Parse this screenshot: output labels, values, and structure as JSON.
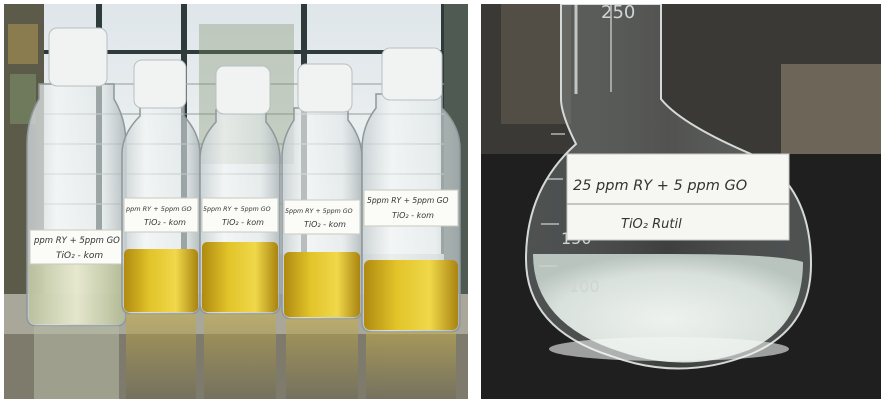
{
  "figure": {
    "left_panel": {
      "bottle_labels": [
        {
          "line1": "ppm RY + 5ppm GO",
          "line2": "TiO₂ - kom"
        },
        {
          "line1": "ppm RY + 5ppm GO",
          "line2": "TiO₂ - kom"
        },
        {
          "line1": "5ppm RY + 5ppm GO",
          "line2": "TiO₂ - kom"
        },
        {
          "line1": "5ppm RY + 5ppm GO",
          "line2": "TiO₂ - kom"
        },
        {
          "line1": "5ppm RY + 5ppm GO",
          "line2": "TiO₂ - kom"
        }
      ]
    },
    "right_panel": {
      "flask_label_line1": "25 ppm RY + 5 ppm GO",
      "flask_label_line2": "TiO₂ Rutil",
      "flask_marks": [
        "250",
        "150",
        "100"
      ]
    }
  }
}
